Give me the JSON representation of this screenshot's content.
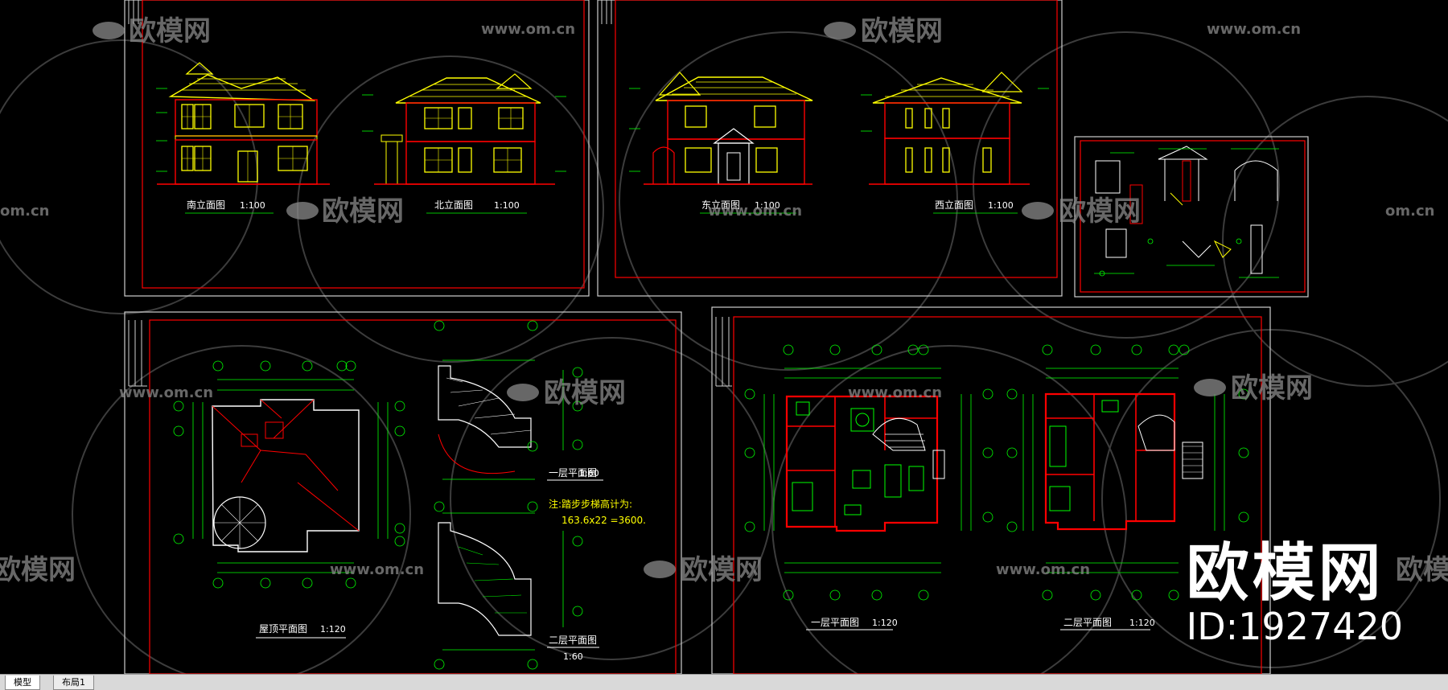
{
  "watermark": {
    "brand": "欧模网",
    "url": "www.om.cn",
    "url_short": "om.cn"
  },
  "overlay": {
    "brand": "欧模网",
    "id_label": "ID:1927420"
  },
  "sheets": {
    "elevation1": {
      "south_title": "南立面图",
      "south_scale": "1:100",
      "north_title": "北立面图",
      "north_scale": "1:100"
    },
    "elevation2": {
      "east_title": "东立面图",
      "east_scale": "1:100",
      "west_title": "西立面图",
      "west_scale": "1:100"
    },
    "roof": {
      "title": "屋顶平面图",
      "scale": "1:120",
      "stair1_title": "一层平面图",
      "stair1_scale": "1:60",
      "stair2_title": "二层平面图",
      "stair2_scale": "1:60",
      "note1": "注:踏步步梯高计为:",
      "note2": "163.6x22 =3600."
    },
    "plans": {
      "plan1_title": "一层平面图",
      "plan1_scale": "1:120",
      "plan2_title": "二层平面图",
      "plan2_scale": "1:120"
    }
  },
  "tabs": [
    {
      "label": "模型",
      "active": true
    },
    {
      "label": "布局1",
      "active": false
    }
  ],
  "colors": {
    "frame": "#ff0000",
    "sheet_border": "#cfcfcf",
    "roof_lines": "#ffff00",
    "walls": "#ff0000",
    "dims": "#00ff00",
    "background": "#000000",
    "grid_circles": "#00ff00"
  }
}
